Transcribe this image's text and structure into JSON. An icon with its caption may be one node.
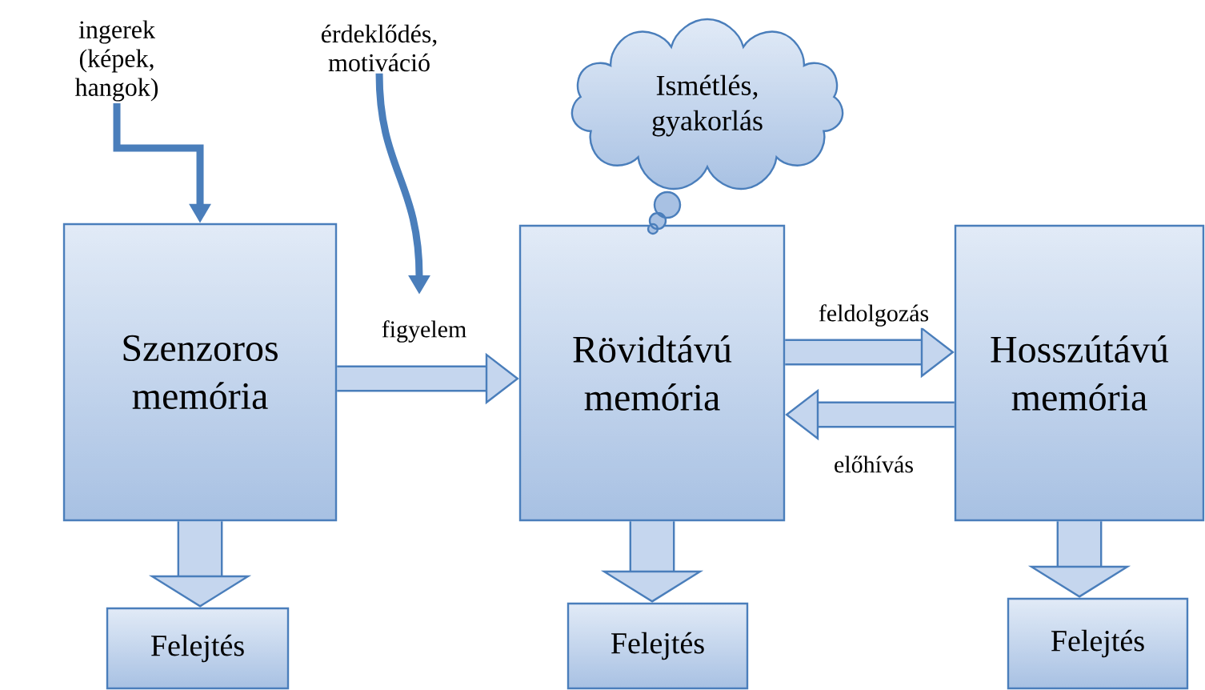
{
  "diagram": {
    "nodes": [
      {
        "text": [
          "ingerek (képek, hangok)"
        ]
      },
      {
        "text": [
          "érdeklődés, motiváció"
        ]
      },
      {
        "text": [
          "Szenzoros memória"
        ]
      },
      {
        "text": [
          "Rövidtávú memória"
        ]
      },
      {
        "text": [
          "Hosszútávú memória"
        ]
      },
      {
        "text": [
          "Ismétlés, gyakorlás"
        ]
      },
      {
        "text": [
          "Felejtés"
        ]
      },
      {
        "text": [
          "Felejtés"
        ]
      },
      {
        "text": [
          "Felejtés"
        ]
      }
    ],
    "edges": [
      {
        "from": 0,
        "to": 2,
        "arrow": "to"
      },
      {
        "from": 1,
        "to": null,
        "arrow": "to"
      },
      {
        "from": 2,
        "to": 3,
        "arrow": "to",
        "label": "figyelem"
      },
      {
        "from": 3,
        "to": 4,
        "arrow": "to",
        "label": "feldolgozás"
      },
      {
        "from": 4,
        "to": 3,
        "arrow": "to",
        "label": "előhívás"
      },
      {
        "from": 2,
        "to": 6,
        "arrow": "to"
      },
      {
        "from": 3,
        "to": 7,
        "arrow": "to"
      },
      {
        "from": 4,
        "to": 8,
        "arrow": "to"
      }
    ]
  }
}
